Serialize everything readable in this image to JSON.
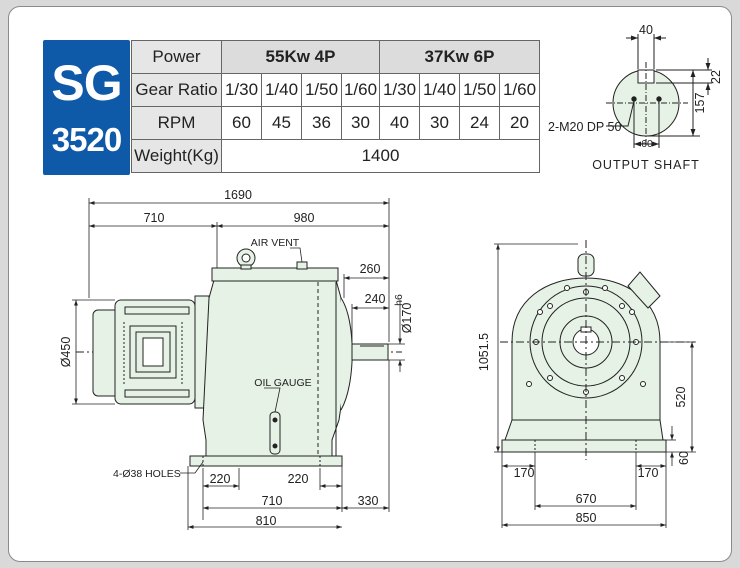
{
  "model": {
    "series": "SG",
    "size": "3520"
  },
  "spec_table": {
    "power_label": "Power",
    "gear_ratio_label": "Gear Ratio",
    "rpm_label": "RPM",
    "weight_label": "Weight(Kg)",
    "groups": [
      {
        "power": "55Kw  4P",
        "ratios": [
          "1/30",
          "1/40",
          "1/50",
          "1/60"
        ],
        "rpm": [
          "60",
          "45",
          "36",
          "30"
        ]
      },
      {
        "power": "37Kw  6P",
        "ratios": [
          "1/30",
          "1/40",
          "1/50",
          "1/60"
        ],
        "rpm": [
          "40",
          "30",
          "24",
          "20"
        ]
      }
    ],
    "weight": "1400"
  },
  "output_shaft": {
    "caption": "OUTPUT  SHAFT",
    "tap_note": "2-M20 DP 50",
    "dims": {
      "width": "40",
      "keyway": "22",
      "diameter": "157",
      "pitch": "60"
    }
  },
  "side_view": {
    "labels": {
      "air_vent": "AIR VENT",
      "oil_gauge": "OIL GAUGE",
      "holes": "4-Ø38 HOLES"
    },
    "dims": {
      "overall_length": "1690",
      "motor_length": "710",
      "reducer_length": "980",
      "shaft_reach": "260",
      "shaft_length": "240",
      "shaft_diameter": "Ø170",
      "shaft_tol": "h6",
      "motor_diameter": "Ø450",
      "hole_pitch_left": "220",
      "hole_pitch_right": "220",
      "base_pitch": "710",
      "base_length": "810",
      "shaft_overhang": "330"
    }
  },
  "front_view": {
    "dims": {
      "overall_height": "1051.5",
      "center_height": "520",
      "base_thickness": "60",
      "edge_left": "170",
      "edge_right": "170",
      "hole_span": "670",
      "base_width": "850"
    }
  },
  "colors": {
    "body_fill": "#e5f2e5",
    "model_badge": "#0e5aa8",
    "line": "#222222"
  }
}
